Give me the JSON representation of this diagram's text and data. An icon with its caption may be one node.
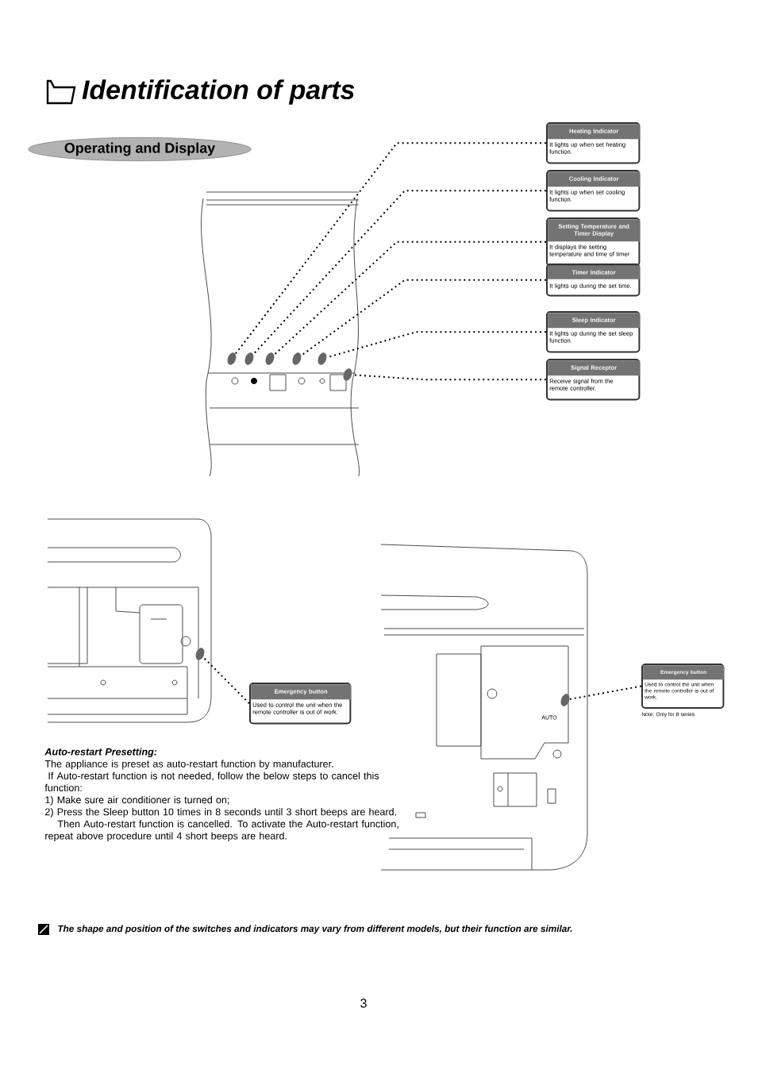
{
  "diagram": {
    "title": "Identification of parts",
    "nodes": [
      {
        "text": [
          "Operating and  Display"
        ]
      },
      {
        "text": [
          "Heating Indicator",
          "It lights up when set heating function."
        ]
      },
      {
        "text": [
          "Cooling Indicator",
          "It lights up when set cooling function."
        ]
      },
      {
        "text": [
          "Setting Temperature and Timer Display",
          "It displays the setting temperature and time of timer"
        ]
      },
      {
        "text": [
          "Timer  Indicator",
          "It lights up during the set time."
        ]
      },
      {
        "text": [
          "Sleep  Indicator",
          "It lights up during the set  sleep function."
        ]
      },
      {
        "text": [
          "Signal Receptor",
          "Receive signal from the remote controller."
        ]
      },
      {
        "text": [
          "Emergency button",
          "Used to control the unit when the remote controller is out of work."
        ]
      },
      {
        "text": [
          "Emergency button",
          "Used to control the unit when the remote controller is out of work."
        ],
        "beside": [
          "Note: Only for B series"
        ]
      },
      {
        "text": [],
        "shape": "button"
      },
      {
        "text": [],
        "shape": "button"
      },
      {
        "text": [],
        "shape": "button"
      },
      {
        "text": [],
        "shape": "button"
      },
      {
        "text": [],
        "shape": "button"
      },
      {
        "text": [],
        "shape": "button"
      },
      {
        "text": [],
        "shape": "button"
      },
      {
        "text": [],
        "shape": "button"
      }
    ],
    "edges": [
      {
        "from": 1,
        "to": 9,
        "arrow": "none",
        "style": "dashed"
      },
      {
        "from": 2,
        "to": 10,
        "arrow": "none",
        "style": "dashed"
      },
      {
        "from": 3,
        "to": 11,
        "arrow": "none",
        "style": "dashed"
      },
      {
        "from": 4,
        "to": 12,
        "arrow": "none",
        "style": "dashed"
      },
      {
        "from": 5,
        "to": 13,
        "arrow": "none",
        "style": "dashed"
      },
      {
        "from": 6,
        "to": 14,
        "arrow": "none",
        "style": "dashed"
      },
      {
        "from": 7,
        "to": 15,
        "arrow": "none",
        "style": "dashed"
      },
      {
        "from": 8,
        "to": 16,
        "arrow": "none",
        "style": "dashed"
      }
    ],
    "labels": [
      "Auto-restart Presetting:",
      "The appliance is preset as auto-restart function by manufacturer.",
      "If Auto-restart function is not needed, follow the below steps to cancel this function:",
      "1) Make sure air conditioner is turned on;",
      "2) Press the Sleep button 10 times in 8 seconds until 3 short beeps are heard.",
      "Then Auto-restart function is cancelled. To activate the Auto-restart function, repeat above procedure until 4 short beeps are heard.",
      "AUTO",
      "The shape and position of the switches and indicators may vary from different models, but their function are similar.",
      "3"
    ]
  }
}
